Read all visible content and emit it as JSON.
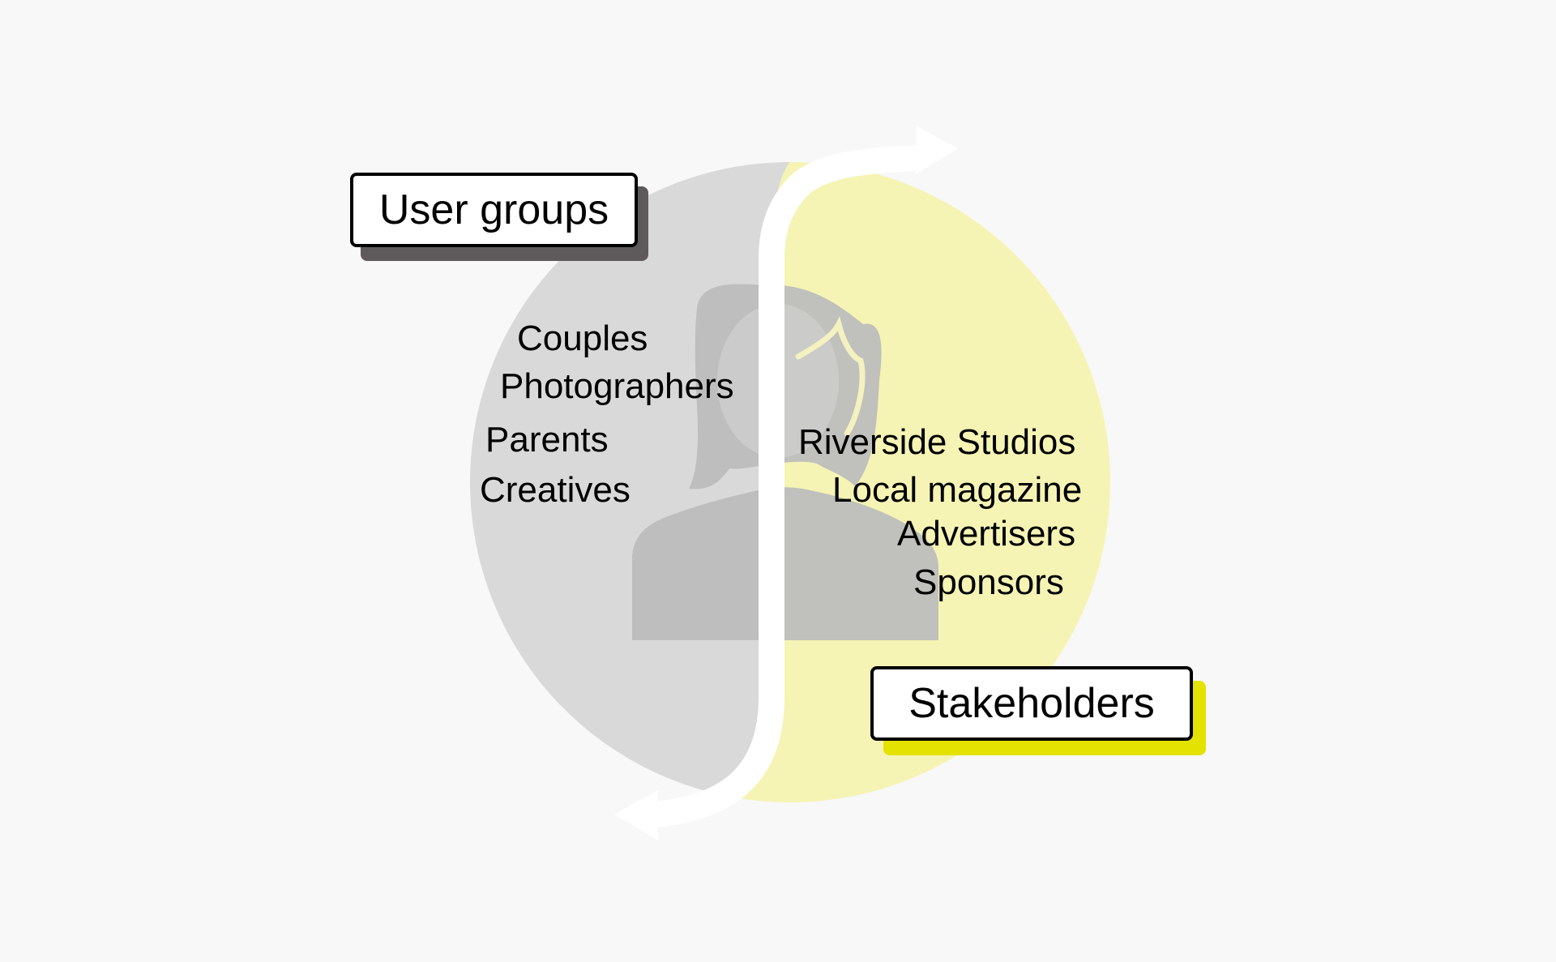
{
  "colors": {
    "background": "#f8f8f8",
    "user_groups_half": "#d9d9d9",
    "stakeholders_half": "#f5f4b4",
    "person_silhouette": "#bdbdbd",
    "divider_arrow": "#ffffff",
    "user_groups_shadow": "#5e5a5b",
    "stakeholders_shadow": "#e3e200"
  },
  "icons": {
    "center": "person-silhouette-icon",
    "divider": "s-curve-double-arrow-icon"
  },
  "user_groups": {
    "title": "User groups",
    "items": [
      "Couples",
      "Photographers",
      "Parents",
      "Creatives"
    ]
  },
  "stakeholders": {
    "title": "Stakeholders",
    "items": [
      "Riverside Studios",
      "Local magazine",
      "Advertisers",
      "Sponsors"
    ]
  }
}
